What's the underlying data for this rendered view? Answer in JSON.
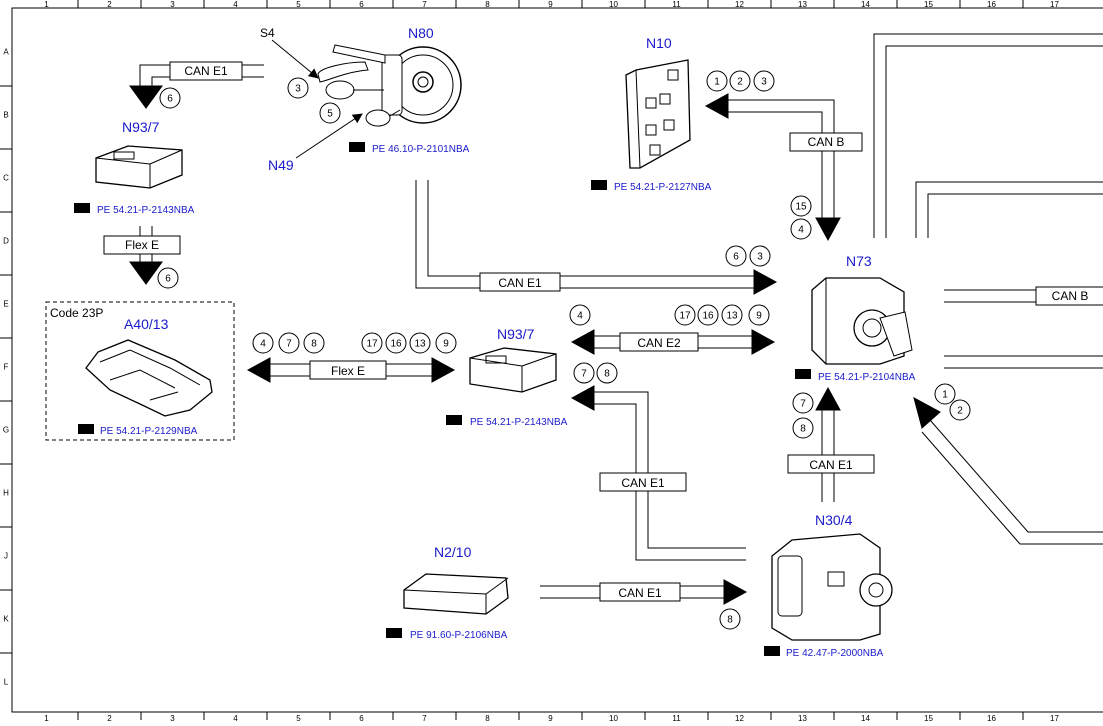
{
  "components": {
    "n80": "N80",
    "s4": "S4",
    "n49": "N49",
    "n10": "N10",
    "n93_7_top": "N93/7",
    "n93_7_mid": "N93/7",
    "n73": "N73",
    "a40_13": "A40/13",
    "n30_4": "N30/4",
    "n2_10": "N2/10"
  },
  "refs": {
    "n80": "PE 46.10-P-2101NBA",
    "n10": "PE 54.21-P-2127NBA",
    "n93_7_top": "PE 54.21-P-2143NBA",
    "a40_13": "PE 54.21-P-2129NBA",
    "n93_7_mid": "PE 54.21-P-2143NBA",
    "n73": "PE 54.21-P-2104NBA",
    "n2_10": "PE 91.60-P-2106NBA",
    "n30_4": "PE 42.47-P-2000NBA"
  },
  "buses": {
    "can_e1_top": "CAN E1",
    "can_b_n10": "CAN B",
    "can_e1_n80": "CAN E1",
    "can_b_right": "CAN B",
    "can_e2": "CAN E2",
    "flex_e_top": "Flex E",
    "flex_e_mid": "Flex E",
    "can_e1_n30": "CAN E1",
    "can_e1_mid": "CAN E1",
    "can_e1_bottom": "CAN E1"
  },
  "code_box": "Code 23P",
  "numbers": {
    "s4_3": "3",
    "s4_5": "5",
    "top_6": "6",
    "flex_6": "6",
    "n10_1": "1",
    "n10_2": "2",
    "n10_3": "3",
    "n10_15": "15",
    "n10_4": "4",
    "n80_6": "6",
    "n80_3": "3",
    "e2_4": "4",
    "e2_17": "17",
    "e2_16": "16",
    "e2_13": "13",
    "e2_9": "9",
    "fl_4": "4",
    "fl_7": "7",
    "fl_8": "8",
    "fl_17": "17",
    "fl_16": "16",
    "fl_13": "13",
    "fl_9": "9",
    "m_7": "7",
    "m_8": "8",
    "n73_1": "1",
    "n73_2": "2",
    "n30_7": "7",
    "n30_8": "8",
    "n210_8": "8"
  },
  "grid": {
    "columns": [
      "1",
      "2",
      "3",
      "4",
      "5",
      "6",
      "7",
      "8",
      "9",
      "10",
      "11",
      "12",
      "13",
      "14",
      "15",
      "16",
      "17"
    ],
    "rows": [
      "A",
      "B",
      "C",
      "D",
      "E",
      "F",
      "G",
      "H",
      "J",
      "K",
      "L"
    ]
  }
}
